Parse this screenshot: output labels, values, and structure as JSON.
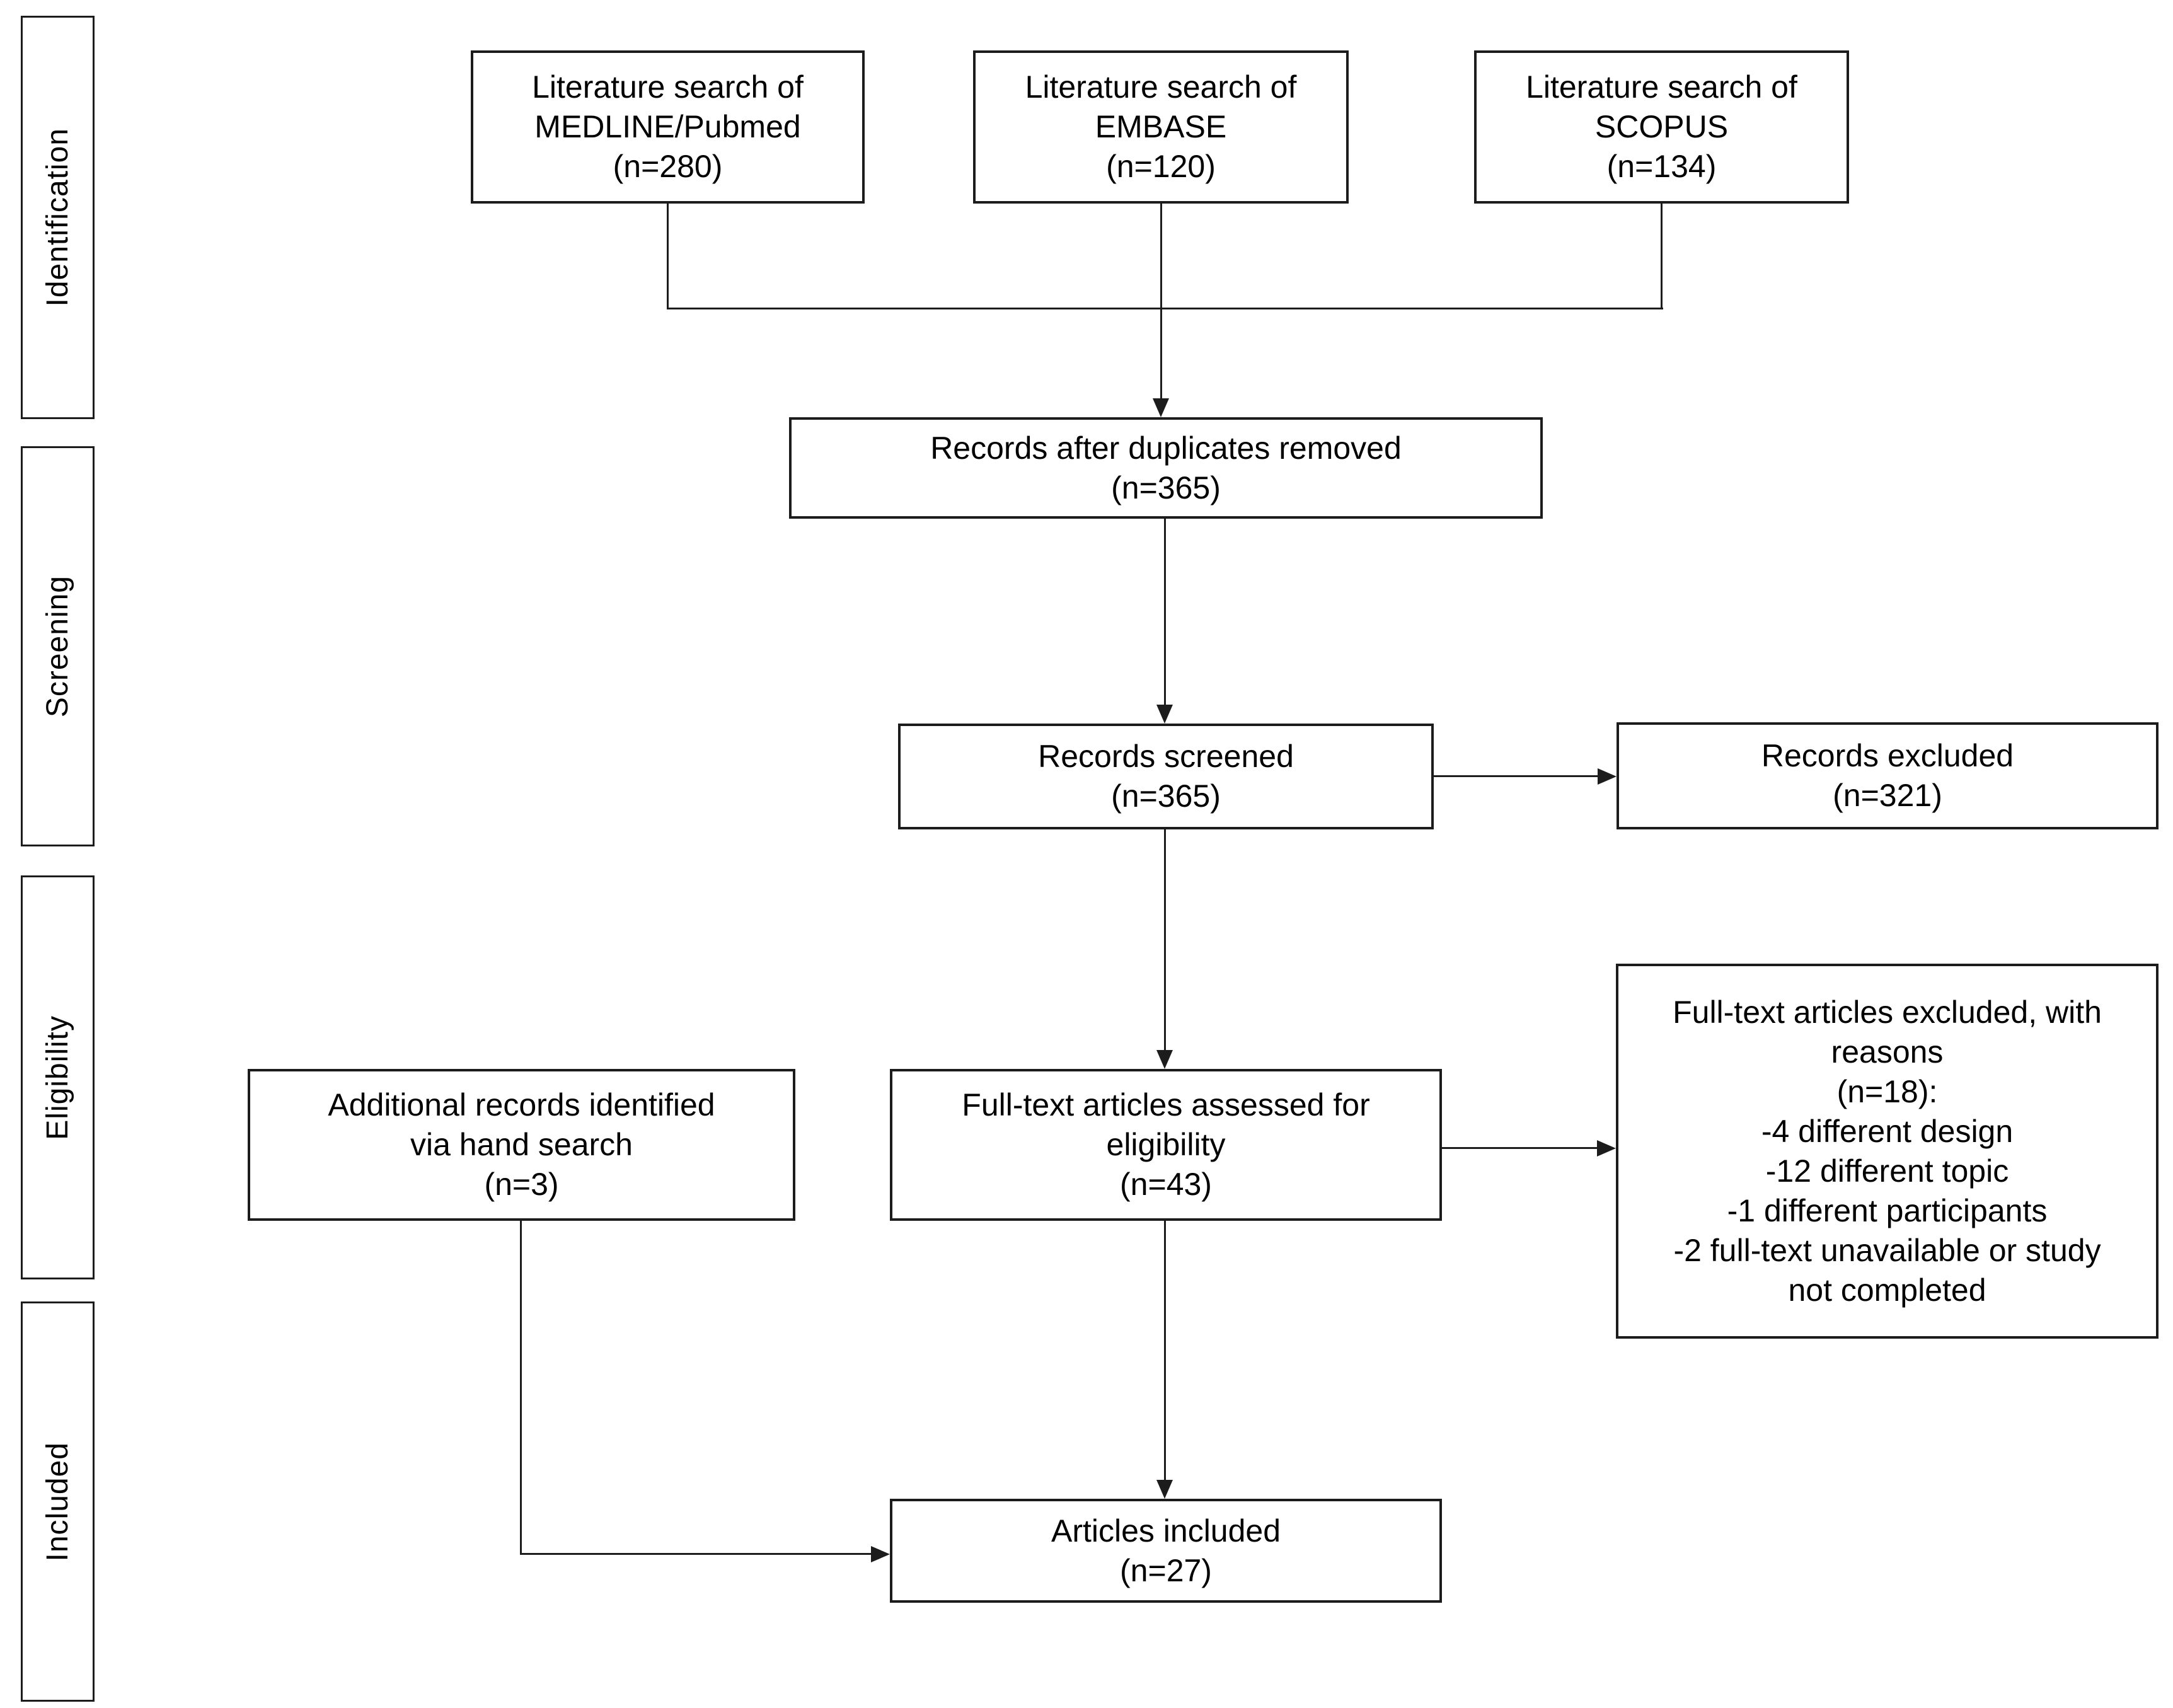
{
  "colors": {
    "line": "#1c1c1c",
    "background": "#ffffff"
  },
  "stages": [
    {
      "label": "Identification"
    },
    {
      "label": "Screening"
    },
    {
      "label": "Eligibility"
    },
    {
      "label": "Included"
    }
  ],
  "boxes": {
    "medline": {
      "lines": [
        "Literature search of",
        "MEDLINE/Pubmed",
        "(n=280)"
      ]
    },
    "embase": {
      "lines": [
        "Literature search of",
        "EMBASE",
        "(n=120)"
      ]
    },
    "scopus": {
      "lines": [
        "Literature search of",
        "SCOPUS",
        "(n=134)"
      ]
    },
    "duplicates": {
      "lines": [
        "Records after duplicates removed",
        "(n=365)"
      ]
    },
    "screened": {
      "lines": [
        "Records screened",
        "(n=365)"
      ]
    },
    "records_excluded": {
      "lines": [
        "Records excluded",
        "(n=321)"
      ]
    },
    "fulltext": {
      "lines": [
        "Full-text articles assessed for",
        "eligibility",
        "(n=43)"
      ]
    },
    "fulltext_excluded": {
      "lines": [
        "Full-text articles excluded, with",
        "reasons",
        "(n=18):",
        "-4 different design",
        "-12 different topic",
        "-1 different participants",
        "-2 full-text unavailable or study",
        "not completed"
      ]
    },
    "handsearch": {
      "lines": [
        "Additional records identified",
        "via hand search",
        "(n=3)"
      ]
    },
    "included_articles": {
      "lines": [
        "Articles included",
        "(n=27)"
      ]
    }
  }
}
